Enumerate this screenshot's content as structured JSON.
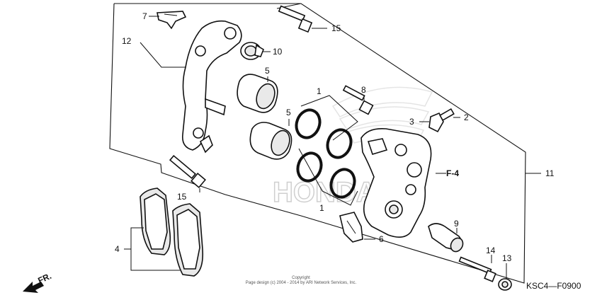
{
  "diagram_code": "KSC4—F0900",
  "copyright_line1": "Copyright",
  "copyright_line2": "Page design (c) 2004 - 2014 by ARI Network Services, Inc.",
  "watermark": "HONDA",
  "front_indicator": "FR.",
  "ref_label": "F-4",
  "callouts": {
    "c1_top": "1",
    "c1_bottom": "1",
    "c2": "2",
    "c3": "3",
    "c4": "4",
    "c5_top": "5",
    "c5_mid": "5",
    "c6": "6",
    "c7": "7",
    "c8": "8",
    "c9": "9",
    "c10": "10",
    "c11": "11",
    "c12": "12",
    "c13": "13",
    "c14": "14",
    "c15_top": "15",
    "c15_bottom": "15"
  }
}
